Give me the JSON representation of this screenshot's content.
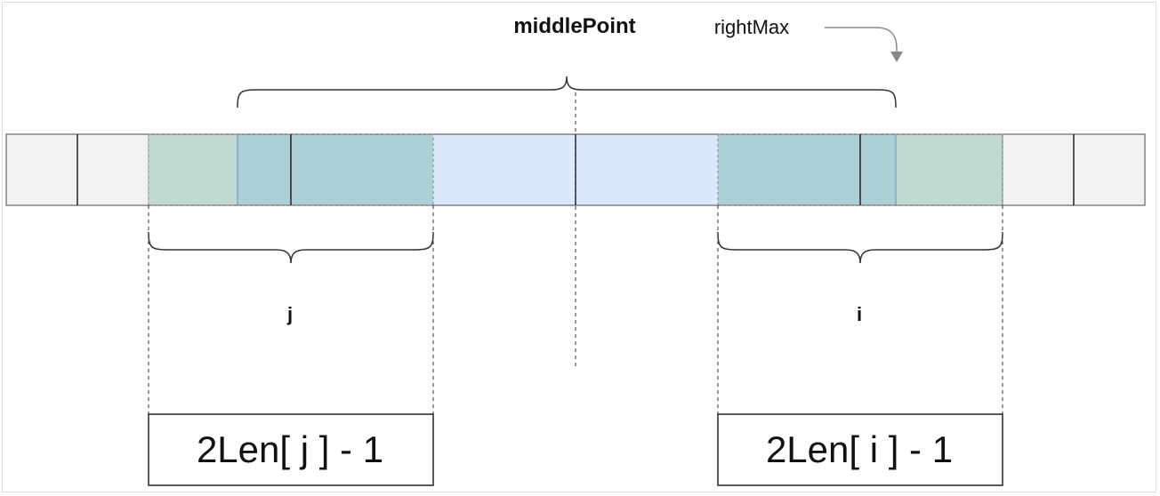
{
  "labels": {
    "middle_point": "middlePoint",
    "right_max": "rightMax",
    "j": "j",
    "i": "i",
    "box_j": "2Len[ j ] - 1",
    "box_i": "2Len[ i ] - 1"
  },
  "colors": {
    "cell_gray": "#f2f2f2",
    "window_blue": "#dae8fc",
    "palindrome_green": "#c0d9d2",
    "overlap_teal": "#abd0d6",
    "stroke": "#222222",
    "arrow": "#888888"
  }
}
